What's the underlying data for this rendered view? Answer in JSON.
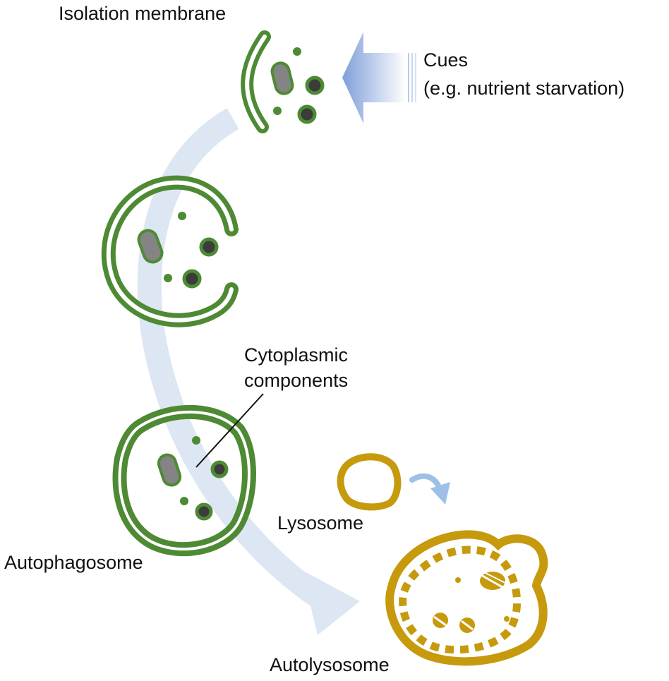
{
  "labels": {
    "isolation_membrane": "Isolation membrane",
    "cues_line1": "Cues",
    "cues_line2": "(e.g. nutrient starvation)",
    "cytoplasmic_line1": "Cytoplasmic",
    "cytoplasmic_line2": "components",
    "autophagosome": "Autophagosome",
    "lysosome": "Lysosome",
    "autolysosome": "Autolysosome"
  },
  "colors": {
    "membrane_green": "#4e8a34",
    "organelle_gray": "#848484",
    "organelle_dark": "#3c3c3c",
    "lysosome_gold": "#c69a0c",
    "flow_arrow": "#dde6f3",
    "cue_arrow": "#8aa9dc",
    "small_arrow": "#9dc0e6"
  }
}
